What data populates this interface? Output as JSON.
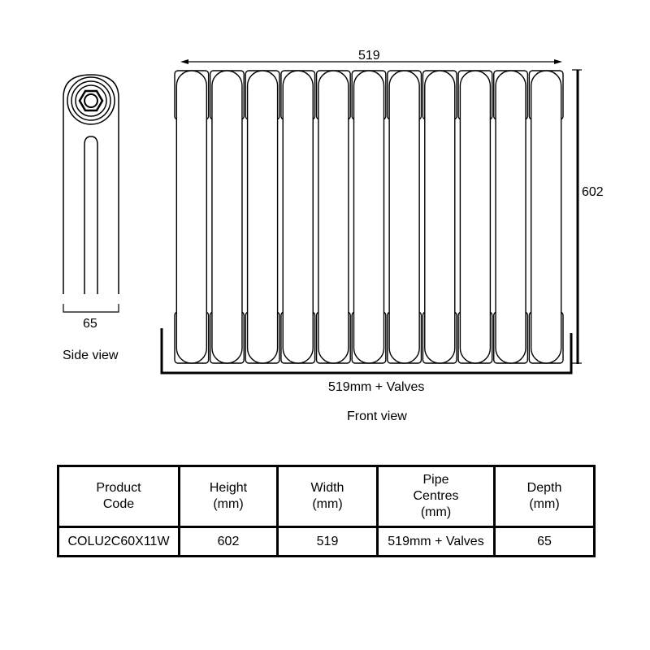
{
  "side_view": {
    "depth_dimension": "65",
    "caption": "Side view"
  },
  "front_view": {
    "width_dimension": "519",
    "height_dimension": "602",
    "pipe_centres_dimension": "519mm + Valves",
    "caption": "Front view",
    "column_count": 11
  },
  "spec_table": {
    "headers": [
      "Product\nCode",
      "Height\n(mm)",
      "Width\n(mm)",
      "Pipe\nCentres\n(mm)",
      "Depth\n(mm)"
    ],
    "row": [
      "COLU2C60X11W",
      "602",
      "519",
      "519mm + Valves",
      "65"
    ]
  }
}
